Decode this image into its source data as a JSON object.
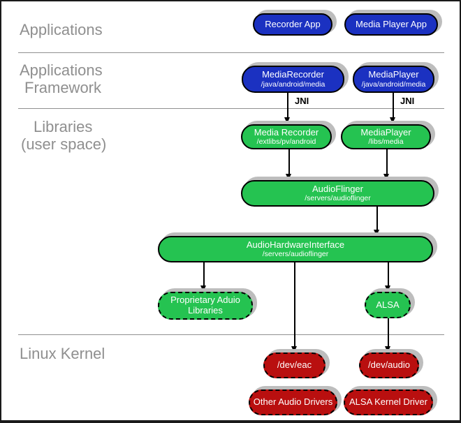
{
  "sections": {
    "applications": {
      "lines": [
        "Applications"
      ]
    },
    "framework": {
      "lines": [
        "Applications",
        "Framework"
      ]
    },
    "libraries": {
      "lines": [
        "Libraries",
        "(user space)"
      ]
    },
    "kernel": {
      "lines": [
        "Linux Kernel"
      ]
    }
  },
  "nodes": {
    "recorder_app": {
      "label": "Recorder App"
    },
    "media_player_app": {
      "label": "Media Player App"
    },
    "media_recorder_fw": {
      "label": "MediaRecorder",
      "path": "/java/android/media"
    },
    "media_player_fw": {
      "label": "MediaPlayer",
      "path": "/java/android/media"
    },
    "media_recorder_lib": {
      "label": "Media Recorder",
      "path": "/extlibs/pv/android"
    },
    "media_player_lib": {
      "label": "MediaPlayer",
      "path": "/libs/media"
    },
    "audio_flinger": {
      "label": "AudioFlinger",
      "path": "/servers/audioflinger"
    },
    "audio_hardware_interface": {
      "label": "AudioHardwareInterface",
      "path": "/servers/audioflinger"
    },
    "proprietary_audio_libraries": {
      "label": "Proprietary Aduio Libraries"
    },
    "alsa": {
      "label": "ALSA"
    },
    "dev_eac": {
      "label": "/dev/eac"
    },
    "dev_audio": {
      "label": "/dev/audio"
    },
    "other_audio_drivers": {
      "label": "Other Audio Drivers"
    },
    "alsa_kernel_driver": {
      "label": "ALSA Kernel Driver"
    }
  },
  "edges": [
    {
      "from": "media_recorder_fw",
      "to": "media_recorder_lib",
      "label": "JNI"
    },
    {
      "from": "media_player_fw",
      "to": "media_player_lib",
      "label": "JNI"
    },
    {
      "from": "media_recorder_lib",
      "to": "audio_flinger"
    },
    {
      "from": "media_player_lib",
      "to": "audio_flinger"
    },
    {
      "from": "audio_flinger",
      "to": "audio_hardware_interface"
    },
    {
      "from": "audio_hardware_interface",
      "to": "proprietary_audio_libraries"
    },
    {
      "from": "audio_hardware_interface",
      "to": "alsa"
    },
    {
      "from": "audio_hardware_interface",
      "to": "dev_eac"
    },
    {
      "from": "alsa",
      "to": "dev_audio"
    }
  ],
  "colors": {
    "application_blue": "#1b31c1",
    "library_green": "#25c351",
    "kernel_red": "#b90f0f",
    "section_label_gray": "#8f8f8f",
    "shadow_gray": "#bdbdbd",
    "edge_black": "#000000"
  }
}
